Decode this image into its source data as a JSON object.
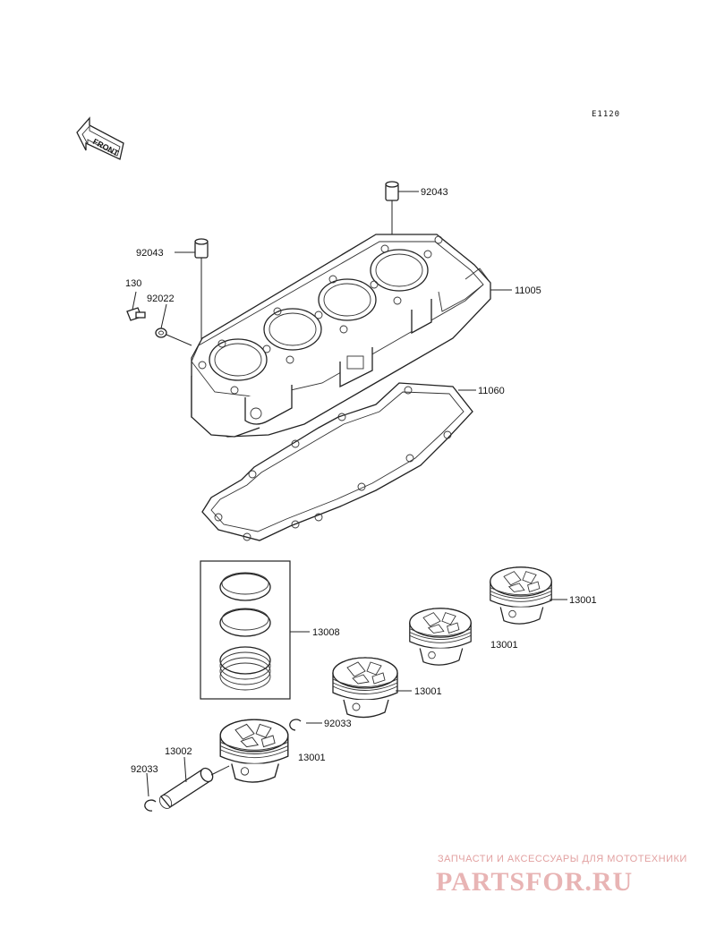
{
  "diagram_code": "E1120",
  "front_arrow_label": "FRONT",
  "callouts": {
    "pin_upper": "92043",
    "pin_left": "92043",
    "bolt": "130",
    "washer": "92022",
    "cylinder_block": "11005",
    "base_gasket": "11060",
    "piston_ring_set": "13008",
    "piston_4": "13001",
    "piston_3": "13001",
    "piston_2": "13001",
    "piston_1": "13001",
    "piston_pin": "13002",
    "circlip_right": "92033",
    "circlip_left": "92033"
  },
  "watermark": {
    "tagline": "ЗАПЧАСТИ И АКСЕССУАРЫ ДЛЯ МОТОТЕХНИКИ",
    "logo": "PARTSFOR.RU"
  }
}
